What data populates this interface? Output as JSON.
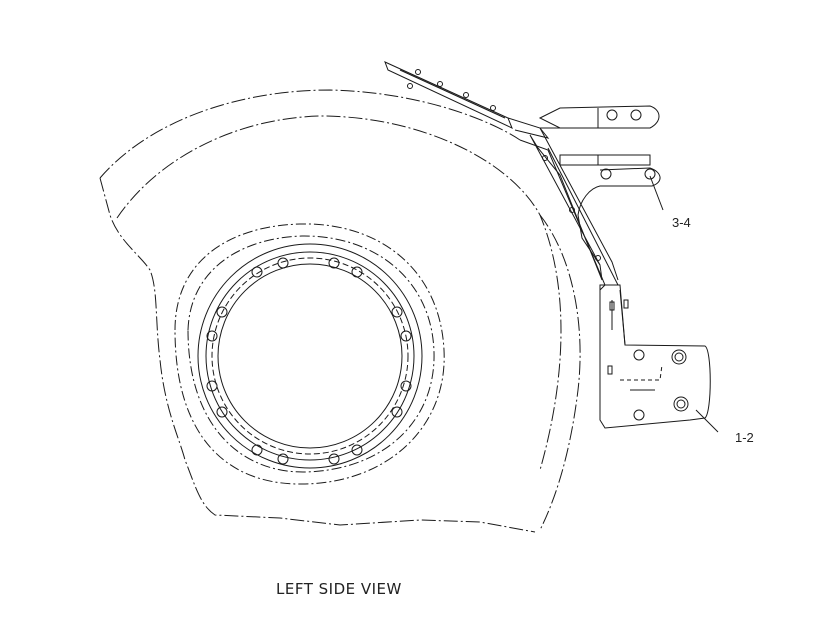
{
  "callouts": {
    "bracket_bolts": "3-4",
    "mount_plate": "1-2"
  },
  "caption": "LEFT SIDE VIEW",
  "colors": {
    "line": "#1a1a1a",
    "background": "#ffffff"
  }
}
